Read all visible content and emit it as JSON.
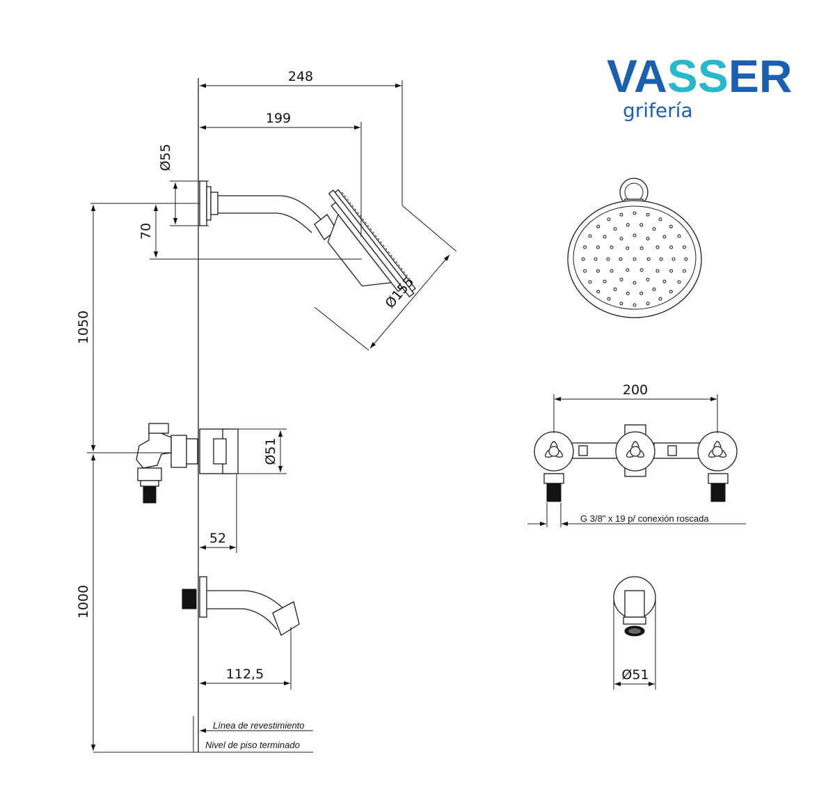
{
  "logo": {
    "brand_part1": "VA",
    "brand_part2": "SS",
    "brand_part3": "ER",
    "tagline": "grifería",
    "color_primary": "#1b5fae",
    "color_accent": "#29b8c9"
  },
  "dimensions": {
    "total_width": "248",
    "arm_reach": "199",
    "flange_diameter": "Ø55",
    "arm_drop": "70",
    "shower_height": "1050",
    "head_diameter": "Ø155",
    "valve_flange_diameter": "Ø51",
    "valve_depth": "52",
    "spout_height": "1000",
    "spout_reach": "112,5",
    "valve_spacing": "200",
    "spout_flange_diameter": "Ø51"
  },
  "notes": {
    "connection": "G 3/8\" x 19 p/ conexión roscada",
    "wall_line": "Línea de revestimiento",
    "floor_level": "Nivel de piso terminado"
  }
}
